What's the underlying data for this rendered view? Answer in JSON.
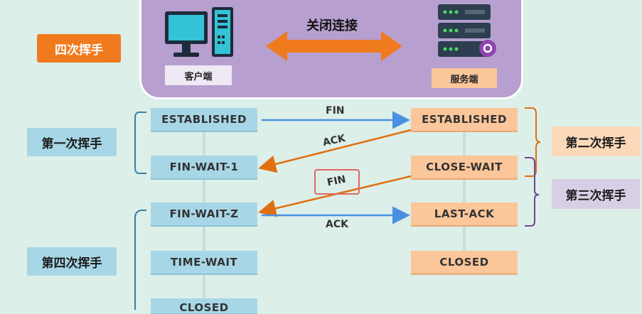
{
  "title": "四次挥手",
  "top_panel": {
    "client_label": "客户端",
    "server_label": "服务端",
    "close_label": "关闭连接"
  },
  "client_states": [
    "ESTABLISHED",
    "FIN-WAIT-1",
    "FIN-WAIT-Z",
    "TIME-WAIT",
    "CLOSED"
  ],
  "server_states": [
    "ESTABLISHED",
    "CLOSE-WAIT",
    "LAST-ACK",
    "CLOSED"
  ],
  "messages": {
    "fin1": "FIN",
    "ack1": "ACK",
    "fin2": "FIN",
    "ack2": "ACK"
  },
  "step_labels": {
    "first": "第一次挥手",
    "second": "第二次挥手",
    "third": "第三次挥手",
    "fourth": "第四次挥手"
  },
  "colors": {
    "blue_arrow": "#4a90e2",
    "orange_arrow": "#e0700f",
    "highlight_border": "#e06666"
  }
}
